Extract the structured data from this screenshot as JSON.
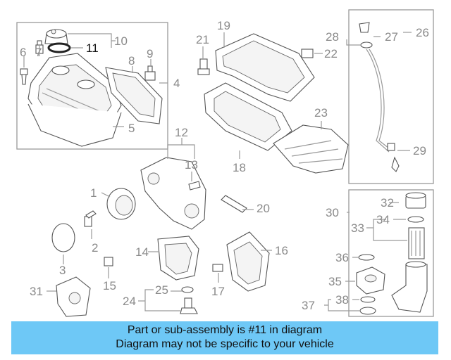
{
  "callouts": [
    "1",
    "2",
    "3",
    "4",
    "5",
    "6",
    "7",
    "8",
    "9",
    "10",
    "11",
    "12",
    "13",
    "14",
    "15",
    "16",
    "17",
    "18",
    "19",
    "20",
    "21",
    "22",
    "23",
    "24",
    "25",
    "26",
    "27",
    "28",
    "29",
    "30",
    "31",
    "32",
    "33",
    "34",
    "35",
    "36",
    "37",
    "38"
  ],
  "highlighted_callout": "11",
  "banner": {
    "line1": "Part or sub-assembly is #11 in diagram",
    "line2": "Diagram may not be specific to your vehicle"
  },
  "colors": {
    "banner": "#6ec8f6",
    "callout_text": "#8a8a8a",
    "highlight_text": "#111111"
  }
}
